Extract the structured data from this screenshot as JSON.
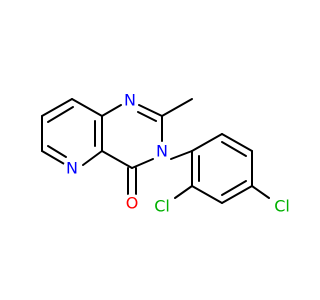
{
  "molecule": {
    "atoms": [
      {
        "id": "N1",
        "label": "N",
        "color": "#0000ff"
      },
      {
        "id": "N3",
        "label": "N",
        "color": "#0000ff"
      },
      {
        "id": "N5",
        "label": "N",
        "color": "#0000ff"
      },
      {
        "id": "O",
        "label": "O",
        "color": "#ff0000"
      },
      {
        "id": "Cl1",
        "label": "Cl",
        "color": "#00b000"
      },
      {
        "id": "Cl2",
        "label": "Cl",
        "color": "#00b000"
      }
    ]
  }
}
